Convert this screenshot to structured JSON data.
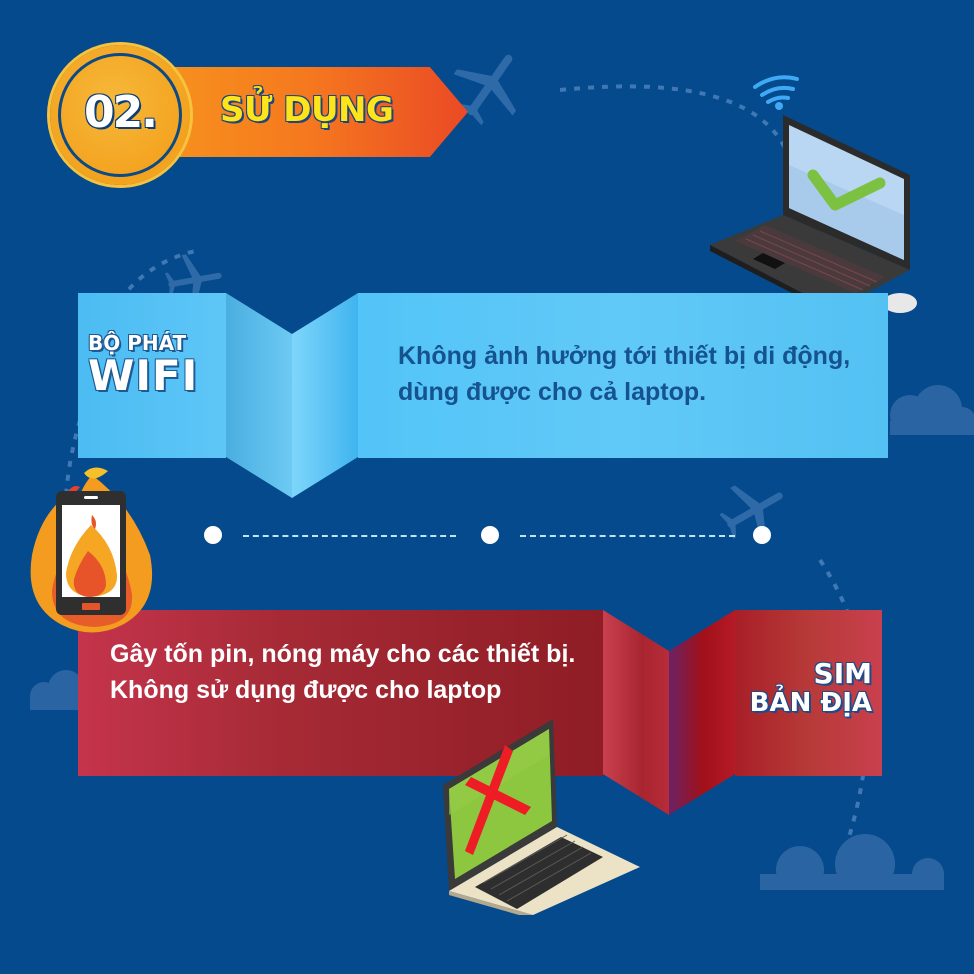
{
  "header": {
    "number": "02.",
    "title": "SỬ DỤNG"
  },
  "wifi_card": {
    "label_line1": "BỘ PHÁT",
    "label_line2": "WIFI",
    "description": "Không ảnh hưởng tới thiết bị di động, dùng được cho cả laptop.",
    "icon": "laptop-checkmark-icon"
  },
  "sim_card": {
    "label_line1": "SIM",
    "label_line2": "BẢN ĐỊA",
    "description": "Gây tốn pin, nóng máy cho các thiết bị. Không sử dụng được cho laptop",
    "icons": [
      "phone-fire-icon",
      "laptop-cross-icon"
    ]
  },
  "timeline": {
    "dots": 3
  },
  "colors": {
    "background": "#044a8c",
    "badge_orange": "#f5781f",
    "badge_yellow_text": "#ffe41a",
    "blue_card": "#53c4f8",
    "blue_card_text": "#15528e",
    "red_card": "#a52a35",
    "check_green": "#7cc142",
    "cross_red": "#e8202a"
  }
}
